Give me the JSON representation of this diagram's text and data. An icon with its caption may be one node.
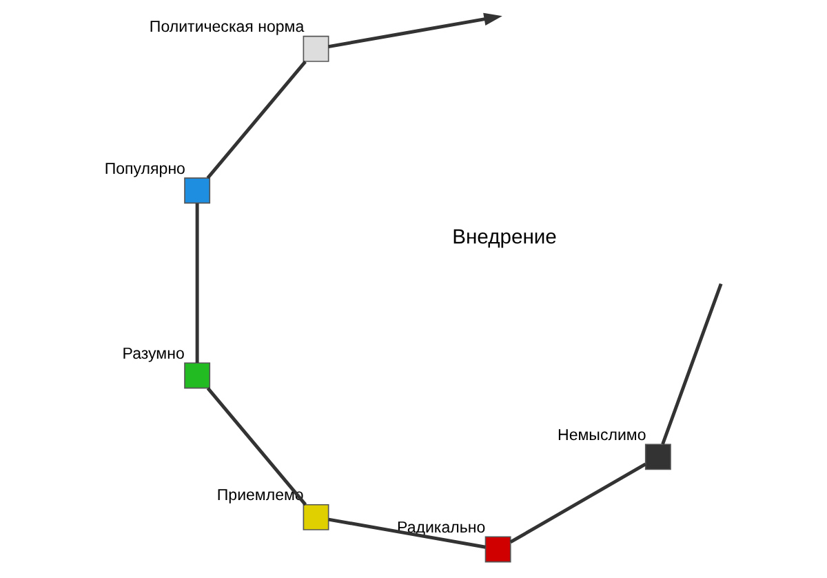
{
  "diagram": {
    "nodes": [
      {
        "text": [],
        "shape": "box",
        "beside": [
          "Немыслимо"
        ]
      },
      {
        "text": [],
        "shape": "box",
        "beside": [
          "Радикально"
        ]
      },
      {
        "text": [],
        "shape": "box",
        "beside": [
          "Приемлемо"
        ]
      },
      {
        "text": [],
        "shape": "box",
        "beside": [
          "Разумно"
        ]
      },
      {
        "text": [],
        "shape": "box",
        "beside": [
          "Популярно"
        ]
      },
      {
        "text": [],
        "shape": "box",
        "beside": [
          "Политическая норма"
        ]
      }
    ],
    "edges": [
      {
        "from": null,
        "to": 0,
        "arrow": "none"
      },
      {
        "from": 0,
        "to": 1,
        "arrow": "none"
      },
      {
        "from": 1,
        "to": 2,
        "arrow": "none"
      },
      {
        "from": 2,
        "to": 3,
        "arrow": "none"
      },
      {
        "from": 3,
        "to": 4,
        "arrow": "none"
      },
      {
        "from": 4,
        "to": 5,
        "arrow": "none"
      },
      {
        "from": 5,
        "to": null,
        "arrow": "to"
      }
    ],
    "labels": [
      "Внедрение"
    ]
  }
}
